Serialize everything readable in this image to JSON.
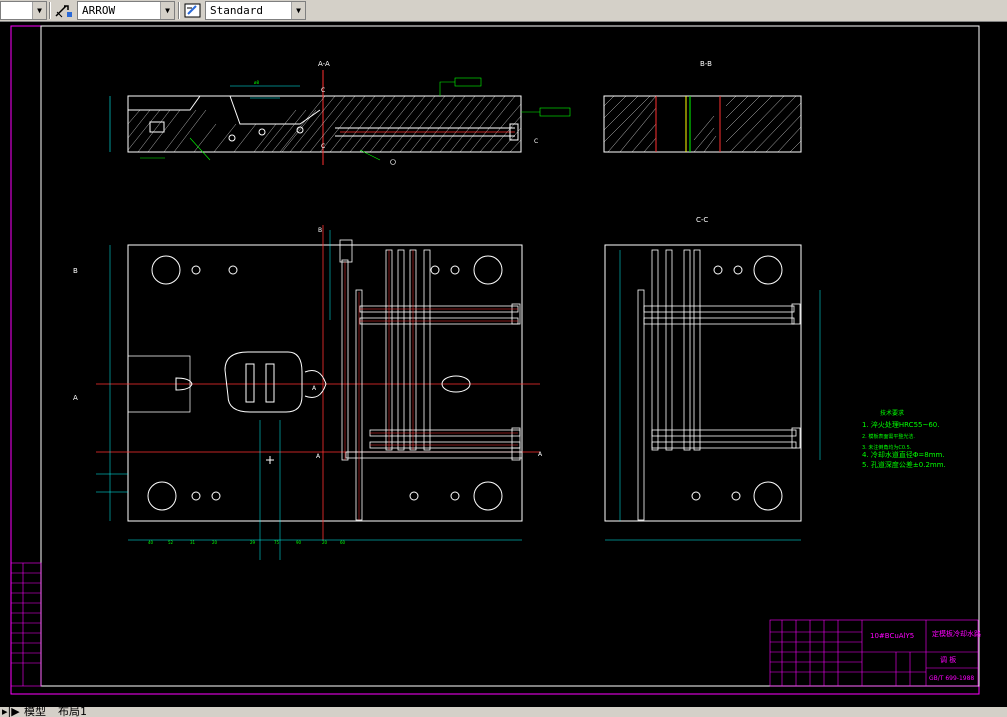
{
  "toolbar": {
    "dimstyle_value": "ARROW",
    "textstyle_value": "Standard"
  },
  "drawing": {
    "section_aa": "A-A",
    "section_bb": "B-B",
    "section_cc": "C-C",
    "marker_a": "A",
    "marker_b": "B",
    "marker_c": "C",
    "tech_title": "技术要求",
    "tech_notes": [
      "1. 淬火处理HRC55~60.",
      "2. 模板表面需平整光洁.",
      "3. 未注倒角均为C0.5.",
      "4. 冷却水道直径Φ=8mm.",
      "5. 孔道深度公差±0.2mm."
    ],
    "material": "10#BCuAlY5",
    "part_name": "定模板冷却水路",
    "part_name2": "调 板",
    "standard": "GB/T 699-1988"
  },
  "tabs": {
    "model": "模型",
    "layout1": "布局1"
  }
}
